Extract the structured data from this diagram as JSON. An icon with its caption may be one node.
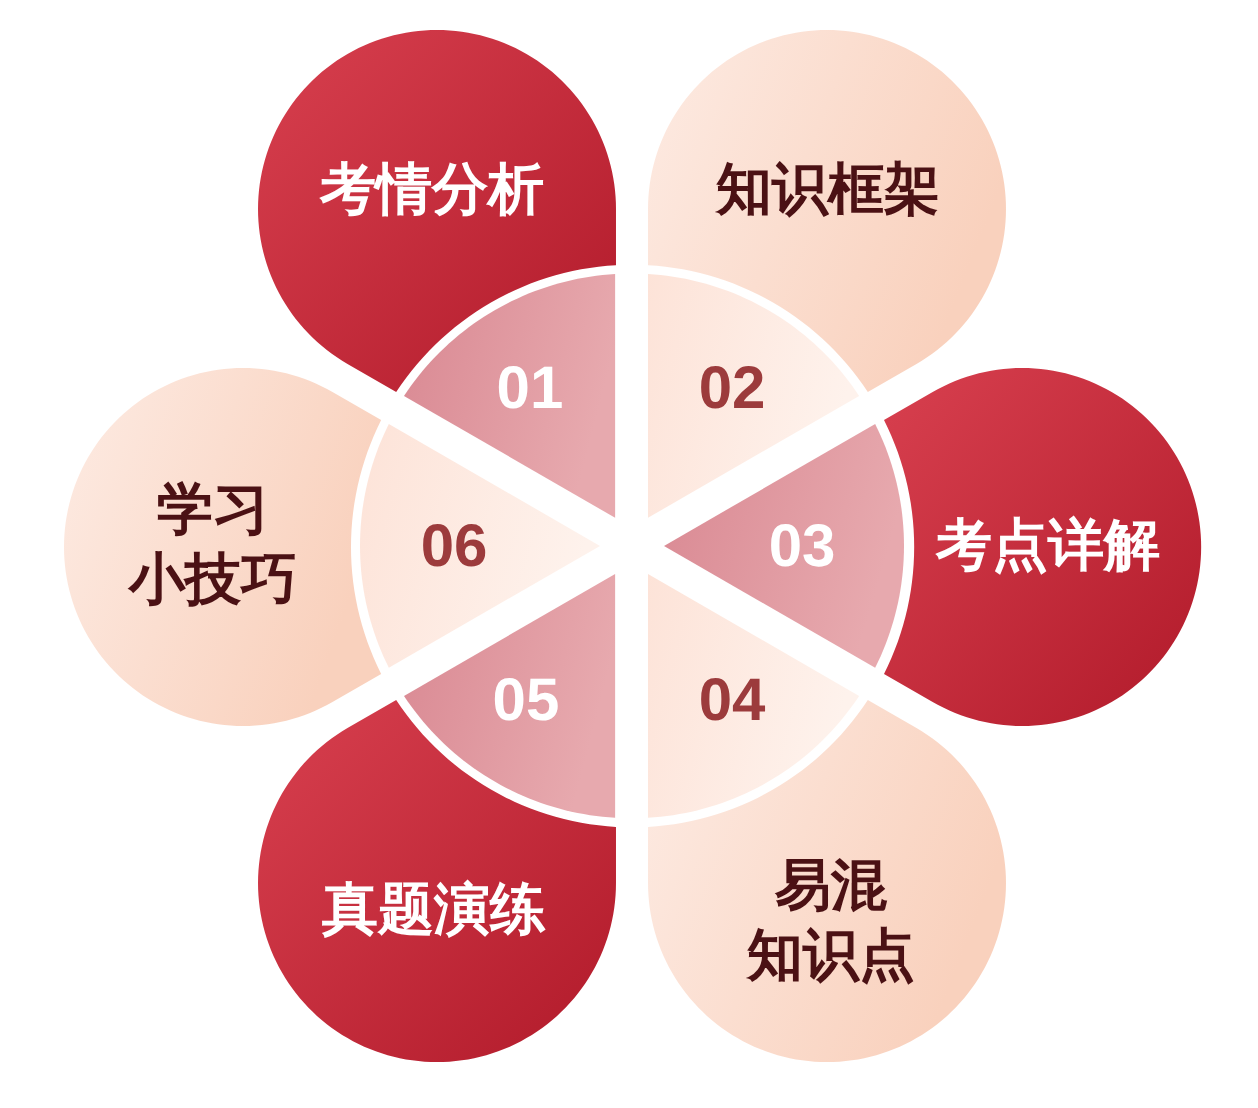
{
  "diagram": {
    "nodes": [
      {
        "text": [
          "01"
        ]
      },
      {
        "text": [
          "考情分析"
        ]
      },
      {
        "text": [
          "02"
        ]
      },
      {
        "text": [
          "知识框架"
        ]
      },
      {
        "text": [
          "03"
        ]
      },
      {
        "text": [
          "考点详解"
        ]
      },
      {
        "text": [
          "04"
        ]
      },
      {
        "text": [
          "易混知识点"
        ]
      },
      {
        "text": [
          "05"
        ]
      },
      {
        "text": [
          "真题演练"
        ]
      },
      {
        "text": [
          "06"
        ]
      },
      {
        "text": [
          "学习小技巧"
        ]
      }
    ]
  }
}
